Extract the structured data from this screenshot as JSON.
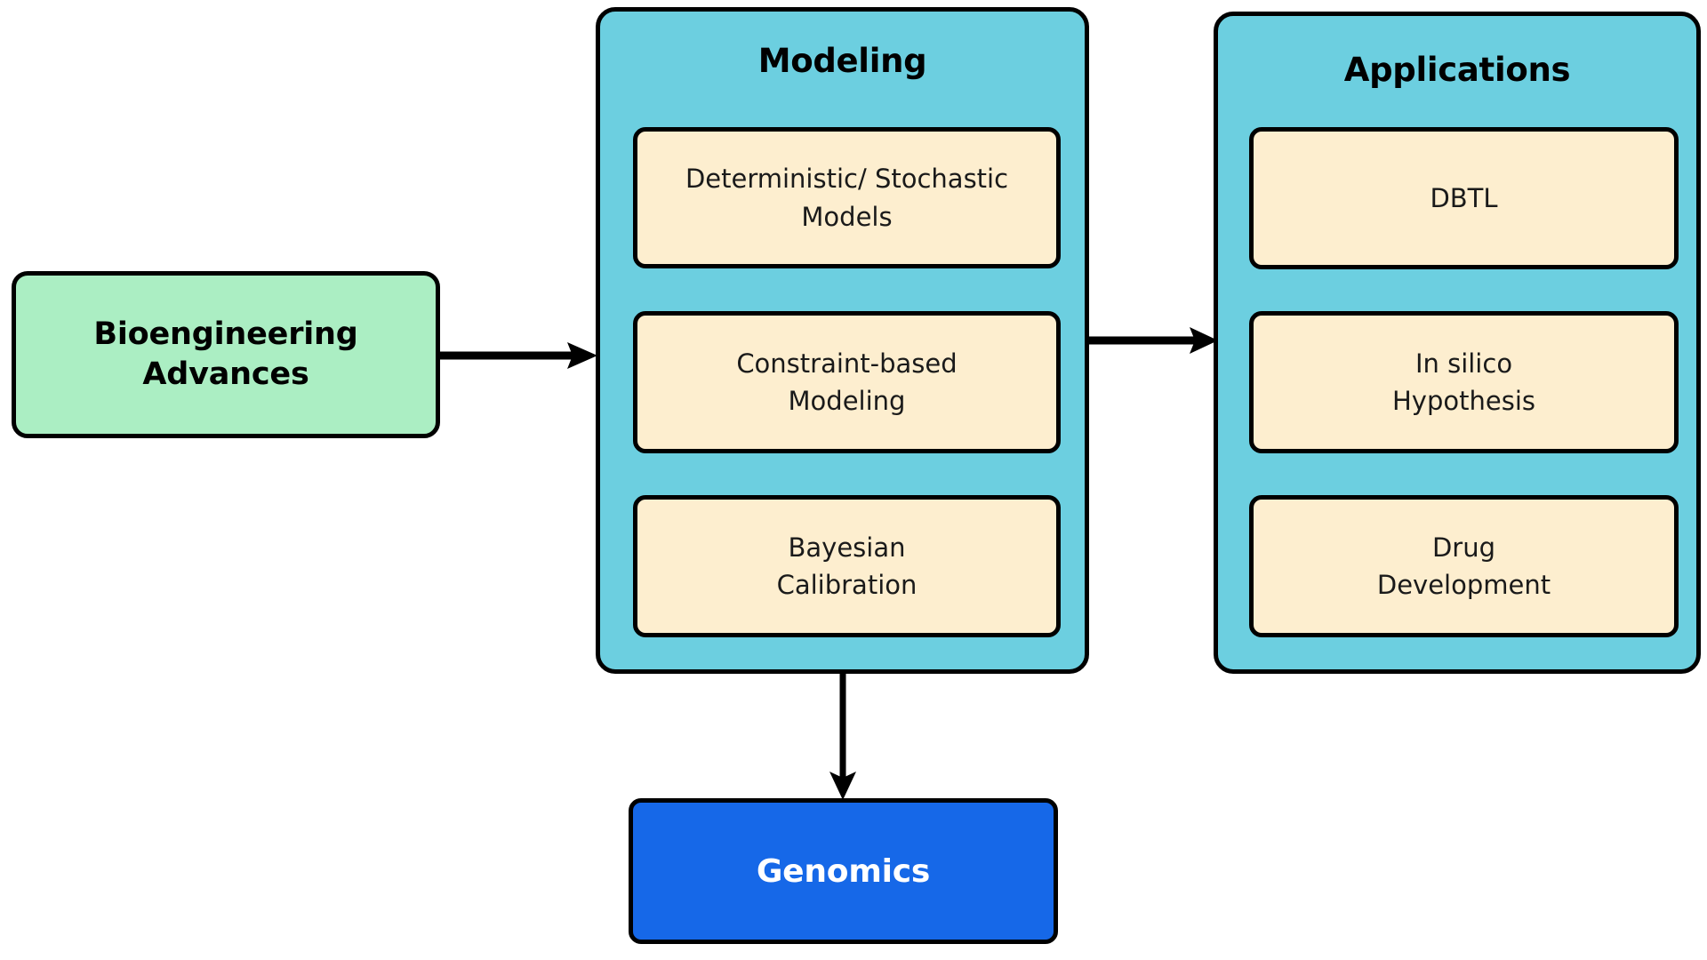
{
  "diagram": {
    "type": "flowchart",
    "background_color": "#ffffff",
    "palette": {
      "source_fill": "#abeec3",
      "group_fill": "#6ccfe0",
      "item_fill": "#fdeecf",
      "terminal_fill": "#1668e8",
      "terminal_text": "#ffffff",
      "stroke": "#000000"
    },
    "source_node": {
      "label": "Bioengineering\nAdvances",
      "line_1": "Bioengineering",
      "line_2": "Advances"
    },
    "groups": [
      {
        "title": "Modeling",
        "items": [
          {
            "line_1": "Deterministic/ Stochastic",
            "line_2": "Models"
          },
          {
            "line_1": "Constraint-based",
            "line_2": "Modeling"
          },
          {
            "line_1": "Bayesian",
            "line_2": "Calibration"
          }
        ]
      },
      {
        "title": "Applications",
        "items": [
          {
            "line_1": "DBTL",
            "line_2": ""
          },
          {
            "line_1": "In silico",
            "line_2": "Hypothesis"
          },
          {
            "line_1": "Drug",
            "line_2": "Development"
          }
        ]
      }
    ],
    "terminal_node": {
      "label": "Genomics"
    },
    "connectors": [
      {
        "name": "source-to-modeling",
        "from": "Bioengineering Advances",
        "to": "Modeling",
        "direction": "right"
      },
      {
        "name": "modeling-to-applications",
        "from": "Modeling",
        "to": "Applications",
        "direction": "right"
      },
      {
        "name": "modeling-to-genomics",
        "from": "Modeling",
        "to": "Genomics",
        "direction": "down"
      }
    ]
  }
}
